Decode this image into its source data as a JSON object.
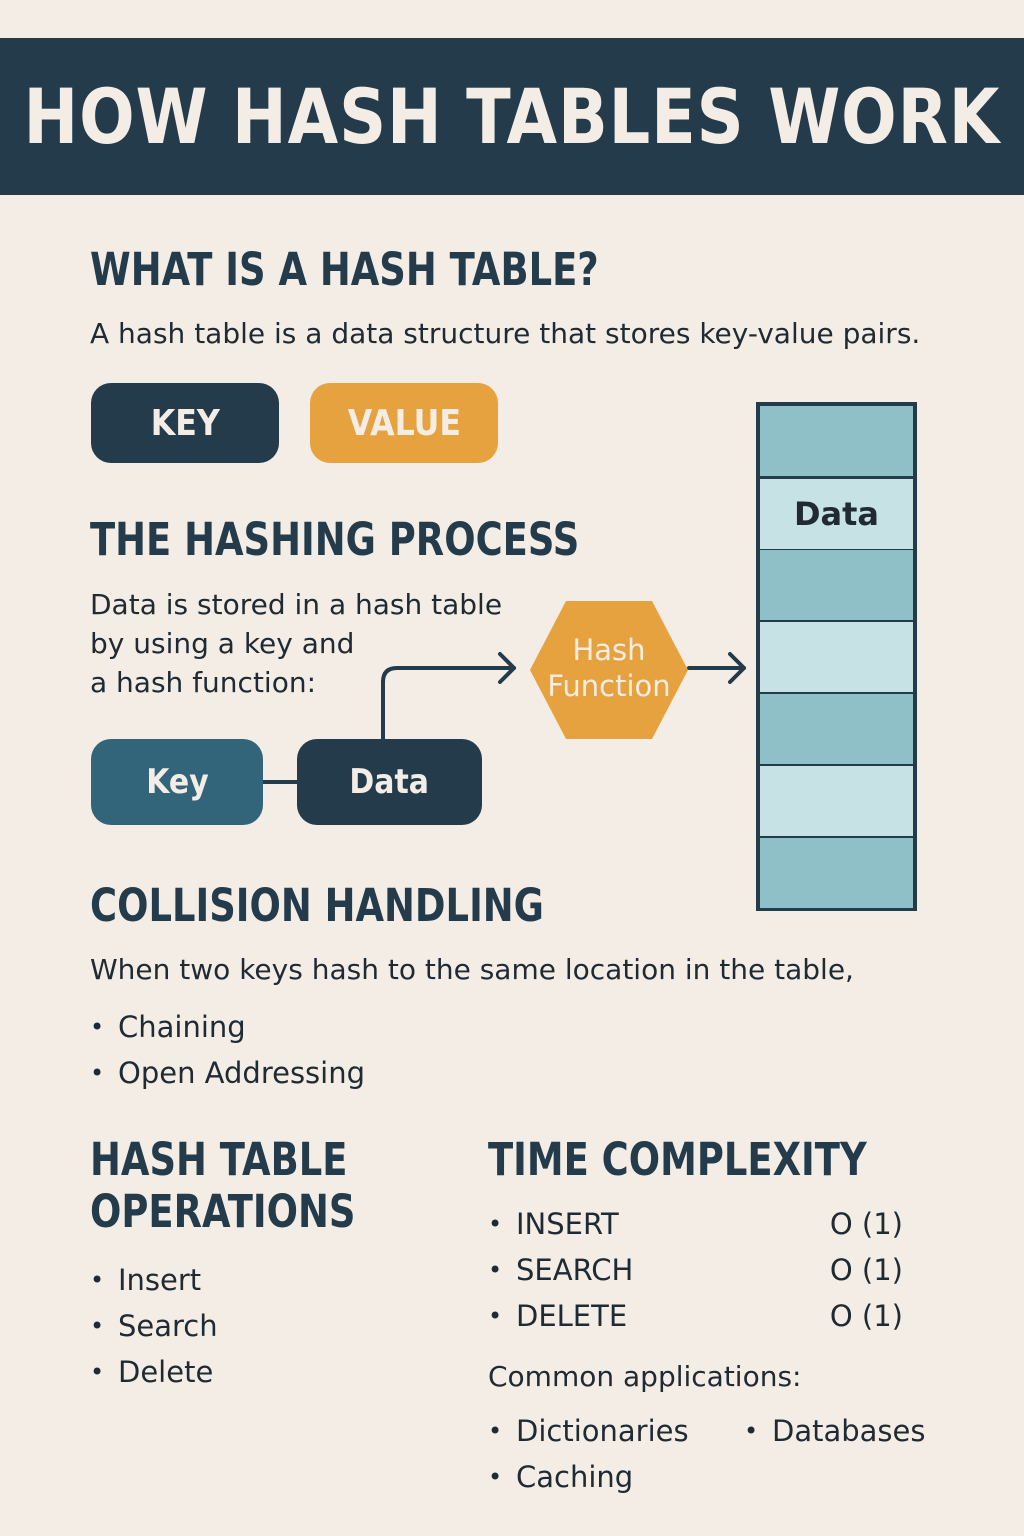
{
  "title": "HOW HASH TABLES WORK",
  "what": {
    "heading": "WHAT IS A HASH TABLE?",
    "text": "A hash table is a data structure that stores key-value pairs.",
    "key_label": "KEY",
    "value_label": "VALUE"
  },
  "process": {
    "heading": "THE HASHING PROCESS",
    "text_lines": [
      "Data is stored in a hash table",
      "by using a key and",
      "a hash function:"
    ],
    "key_box": "Key",
    "data_box": "Data",
    "hash_lines": [
      "Hash",
      "Function"
    ]
  },
  "table": {
    "filled_slot_index": 1,
    "filled_label": "Data",
    "slot_count": 7
  },
  "collision": {
    "heading": "COLLISION HANDLING",
    "text": "When two keys hash to the same location in the table,",
    "items": [
      "Chaining",
      "Open Addressing"
    ]
  },
  "operations": {
    "heading_lines": [
      "HASH TABLE",
      "OPERATIONS"
    ],
    "items": [
      "Insert",
      "Search",
      "Delete"
    ]
  },
  "complexity": {
    "heading": "TIME COMPLEXITY",
    "rows": [
      {
        "op": "INSERT",
        "cost": "O (1)"
      },
      {
        "op": "SEARCH",
        "cost": "O (1)"
      },
      {
        "op": "DELETE",
        "cost": "O (1)"
      }
    ],
    "apps_label": "Common applications:",
    "apps": [
      "Dictionaries",
      "Databases",
      "Caching"
    ]
  },
  "colors": {
    "navy": "#233b4b",
    "orange": "#e6a23e",
    "teal": "#33657a",
    "slot_dark": "#8fc0c8",
    "slot_light": "#c7e2e4",
    "background": "#f3ede6"
  }
}
